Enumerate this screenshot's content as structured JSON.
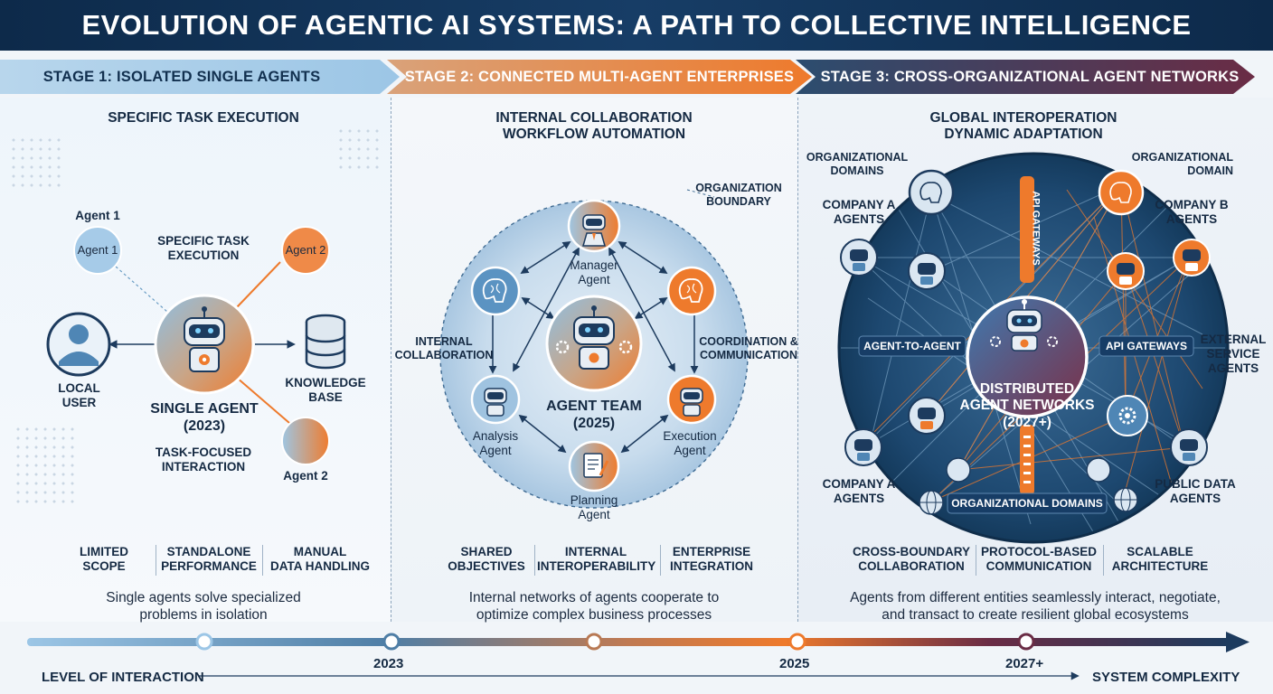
{
  "title": "EVOLUTION OF AGENTIC AI SYSTEMS: A PATH TO COLLECTIVE INTELLIGENCE",
  "stages": [
    {
      "banner": "STAGE 1: ISOLATED SINGLE AGENTS",
      "subtitle": "SPECIFIC TASK EXECUTION",
      "nodes": {
        "agent1_top": "Agent 1",
        "agent1_circle": "Agent 1",
        "task_label": "SPECIFIC TASK\nEXECUTION",
        "agent2_circle": "Agent 2",
        "local_user": "LOCAL\nUSER",
        "single_agent": "SINGLE AGENT\n(2023)",
        "knowledge_base": "KNOWLEDGE\nBASE",
        "task_focused": "TASK-FOCUSED\nINTERACTION",
        "agent2_bottom": "Agent 2"
      },
      "features": [
        "LIMITED\nSCOPE",
        "STANDALONE\nPERFORMANCE",
        "MANUAL\nDATA HANDLING"
      ],
      "description": "Single agents solve specialized\nproblems in isolation"
    },
    {
      "banner": "STAGE 2: CONNECTED MULTI-AGENT ENTERPRISES",
      "subtitle": "INTERNAL COLLABORATION\nWORKFLOW AUTOMATION",
      "nodes": {
        "org_boundary": "ORGANIZATION\nBOUNDARY",
        "manager": "Manager\nAgent",
        "internal_collab": "INTERNAL\nCOLLABORATION",
        "coordination": "COORDINATION &\nCOMMUNICATION",
        "agent_team": "AGENT TEAM\n(2025)",
        "analysis": "Analysis\nAgent",
        "execution": "Execution\nAgent",
        "planning": "Planning\nAgent"
      },
      "features": [
        "SHARED\nOBJECTIVES",
        "INTERNAL\nINTEROPERABILITY",
        "ENTERPRISE\nINTEGRATION"
      ],
      "description": "Internal networks of agents cooperate to\noptimize complex business processes"
    },
    {
      "banner": "STAGE 3: CROSS-ORGANIZATIONAL AGENT NETWORKS",
      "subtitle": "GLOBAL INTEROPERATION\nDYNAMIC ADAPTATION",
      "nodes": {
        "org_domains_tl": "ORGANIZATIONAL\nDOMAINS",
        "org_domain_tr": "ORGANIZATIONAL\nDOMAIN",
        "company_a_top": "COMPANY A\nAGENTS",
        "company_b": "COMPANY B\nAGENTS",
        "api_gateways_vertical": "API GATEWAYS",
        "agent_to_agent": "AGENT-TO-AGENT",
        "api_gateways": "API GATEWAYS",
        "external": "EXTERNAL\nSERVICE\nAGENTS",
        "distributed": "DISTRIBUTED\nAGENT NETWORKS\n(2027+)",
        "company_a_bottom": "COMPANY A\nAGENTS",
        "public_data": "PUBLIC DATA\nAGENTS",
        "org_domains_bottom": "ORGANIZATIONAL DOMAINS"
      },
      "features": [
        "CROSS-BOUNDARY\nCOLLABORATION",
        "PROTOCOL-BASED\nCOMMUNICATION",
        "SCALABLE\nARCHITECTURE"
      ],
      "description": "Agents from different entities seamlessly interact, negotiate,\nand transact to create resilient global ecosystems"
    }
  ],
  "timeline": {
    "years": [
      "2023",
      "2025",
      "2027+"
    ],
    "left_label": "LEVEL OF INTERACTION",
    "right_label": "SYSTEM COMPLEXITY"
  },
  "colors": {
    "navy": "#0d2a4a",
    "blue": "#4f86b5",
    "light_blue": "#9cc6e6",
    "orange": "#ee7a2c",
    "maroon": "#6a2c45"
  }
}
